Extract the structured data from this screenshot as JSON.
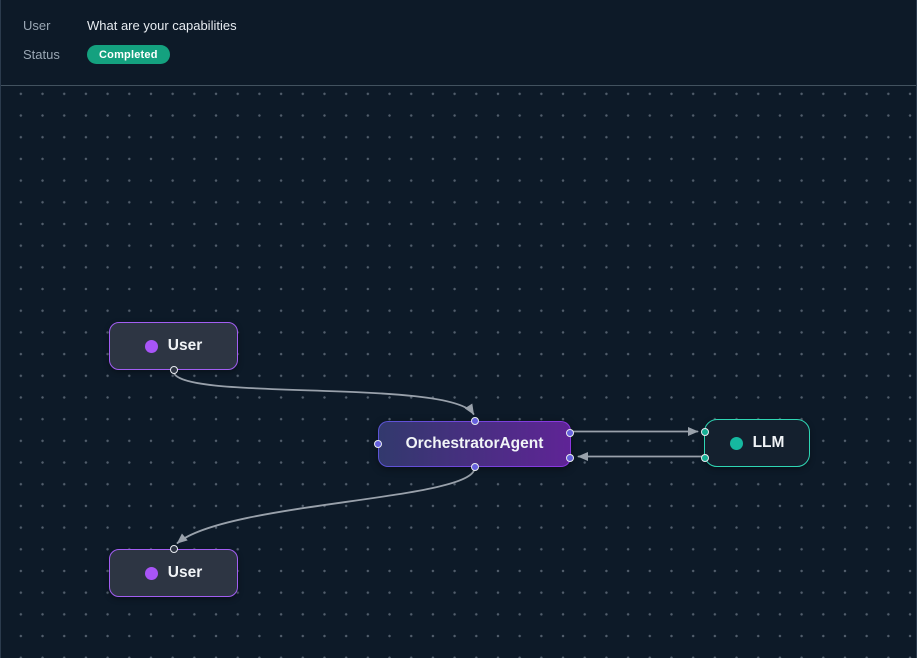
{
  "header": {
    "user_label": "User",
    "user_message": "What are your capabilities",
    "status_label": "Status",
    "status_value": "Completed"
  },
  "graph": {
    "nodes": [
      {
        "id": "user-top",
        "label": "User",
        "dot_color": "#a855f7",
        "border_color": "#a25ef2"
      },
      {
        "id": "orchestrator",
        "label": "OrchestratorAgent",
        "dot_color": null,
        "border_color": "#7a45d9"
      },
      {
        "id": "llm",
        "label": "LLM",
        "dot_color": "#16b8a0",
        "border_color": "#2fd6b4"
      },
      {
        "id": "user-bottom",
        "label": "User",
        "dot_color": "#a855f7",
        "border_color": "#a25ef2"
      }
    ],
    "edges": [
      {
        "from": "User (top)",
        "to": "OrchestratorAgent"
      },
      {
        "from": "OrchestratorAgent",
        "to": "LLM"
      },
      {
        "from": "LLM",
        "to": "OrchestratorAgent"
      },
      {
        "from": "OrchestratorAgent",
        "to": "User (bottom)"
      }
    ]
  },
  "colors": {
    "background": "#0d1a28",
    "status_badge": "#14a17f",
    "edge": "#99a1ab",
    "grid_dot": "#96a2b0"
  }
}
